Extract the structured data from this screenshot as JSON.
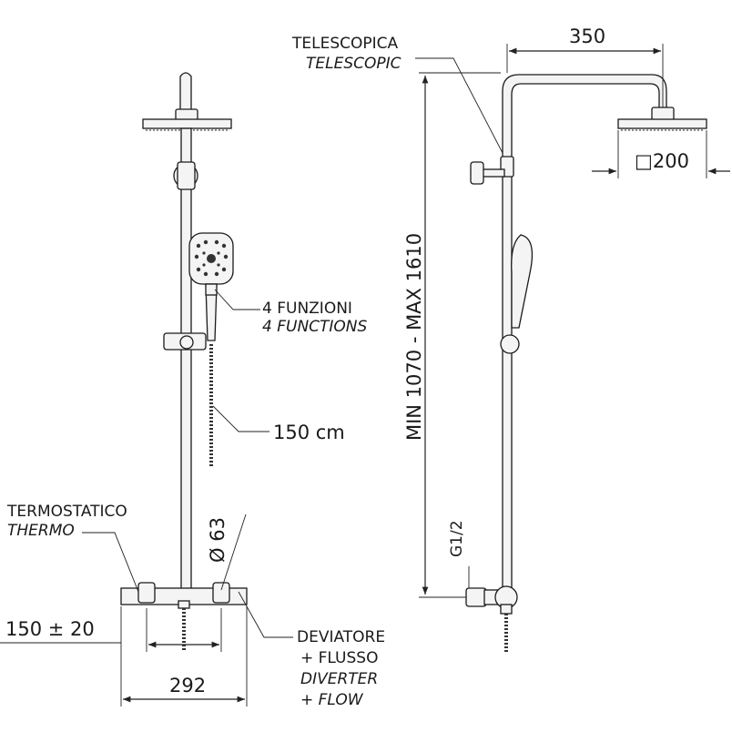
{
  "labels": {
    "telescopica": "TELESCOPICA",
    "telescopic": "TELESCOPIC",
    "arm_length": "350",
    "head_size": "□200",
    "height_range": "MIN 1070 - MAX 1610",
    "funzioni": "4 FUNZIONI",
    "functions": "4 FUNCTIONS",
    "hose_length": "150 cm",
    "termostatico": "TERMOSTATICO",
    "thermo": "THERMO",
    "diameter": "Ø 63",
    "centres": "150 ± 20",
    "width": "292",
    "deviatore": "DEVIATORE",
    "flusso_it": "+ FLUSSO",
    "diverter": "DIVERTER",
    "flow_en": "+ FLOW",
    "thread": "G1/2"
  },
  "colors": {
    "line": "#222222",
    "fill": "#f4f4f4",
    "dark": "#2a2a2a"
  }
}
